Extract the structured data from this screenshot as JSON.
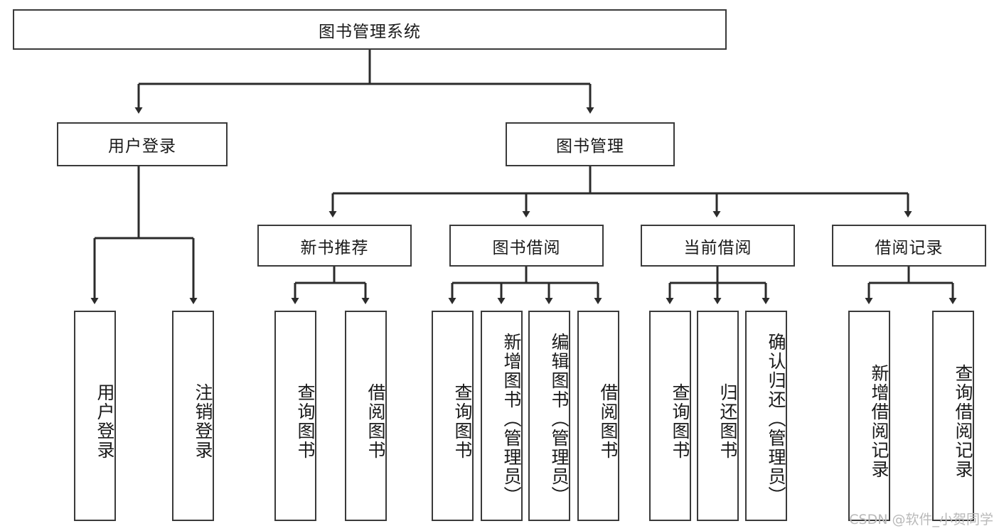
{
  "diagram": {
    "type": "tree-hierarchy-diagram",
    "title": "图书管理系统",
    "watermark": "CSDN @软件_小贺同学",
    "colors": {
      "box_border": "#3a3a3a",
      "box_fill": "#ffffff",
      "edge": "#2b2b2b",
      "text": "#1a1a1a",
      "watermark": "#b9b9b9",
      "background": "#ffffff"
    },
    "levels": {
      "root": {
        "label": "图书管理系统",
        "orientation": "horizontal"
      },
      "level2": [
        {
          "id": "user-login",
          "label": "用户登录",
          "orientation": "horizontal"
        },
        {
          "id": "book-manage",
          "label": "图书管理",
          "orientation": "horizontal"
        }
      ],
      "level3": [
        {
          "id": "new-book-recommend",
          "label": "新书推荐",
          "orientation": "horizontal",
          "parent": "book-manage"
        },
        {
          "id": "book-borrow",
          "label": "图书借阅",
          "orientation": "horizontal",
          "parent": "book-manage"
        },
        {
          "id": "current-borrow",
          "label": "当前借阅",
          "orientation": "horizontal",
          "parent": "book-manage"
        },
        {
          "id": "borrow-record",
          "label": "借阅记录",
          "orientation": "horizontal",
          "parent": "book-manage"
        }
      ],
      "leaves": [
        {
          "id": "leaf-user-login",
          "label": "用户登录",
          "parent": "user-login",
          "orientation": "vertical"
        },
        {
          "id": "leaf-user-logout",
          "label": "注销登录",
          "parent": "user-login",
          "orientation": "vertical"
        },
        {
          "id": "leaf-query-book-1",
          "label": "查询图书",
          "parent": "new-book-recommend",
          "orientation": "vertical"
        },
        {
          "id": "leaf-borrow-book-1",
          "label": "借阅图书",
          "parent": "new-book-recommend",
          "orientation": "vertical"
        },
        {
          "id": "leaf-query-book-2",
          "label": "查询图书",
          "parent": "book-borrow",
          "orientation": "vertical"
        },
        {
          "id": "leaf-add-book",
          "label": "新增图书（管理员）",
          "parent": "book-borrow",
          "orientation": "vertical"
        },
        {
          "id": "leaf-edit-book",
          "label": "编辑图书（管理员）",
          "parent": "book-borrow",
          "orientation": "vertical"
        },
        {
          "id": "leaf-borrow-book-2",
          "label": "借阅图书",
          "parent": "book-borrow",
          "orientation": "vertical"
        },
        {
          "id": "leaf-query-book-3",
          "label": "查询图书",
          "parent": "current-borrow",
          "orientation": "vertical"
        },
        {
          "id": "leaf-return-book",
          "label": "归还图书",
          "parent": "current-borrow",
          "orientation": "vertical"
        },
        {
          "id": "leaf-confirm-return",
          "label": "确认归还（管理员）",
          "parent": "current-borrow",
          "orientation": "vertical"
        },
        {
          "id": "leaf-add-record",
          "label": "新增借阅记录",
          "parent": "borrow-record",
          "orientation": "vertical"
        },
        {
          "id": "leaf-query-record",
          "label": "查询借阅记录",
          "parent": "borrow-record",
          "orientation": "vertical"
        }
      ]
    }
  }
}
